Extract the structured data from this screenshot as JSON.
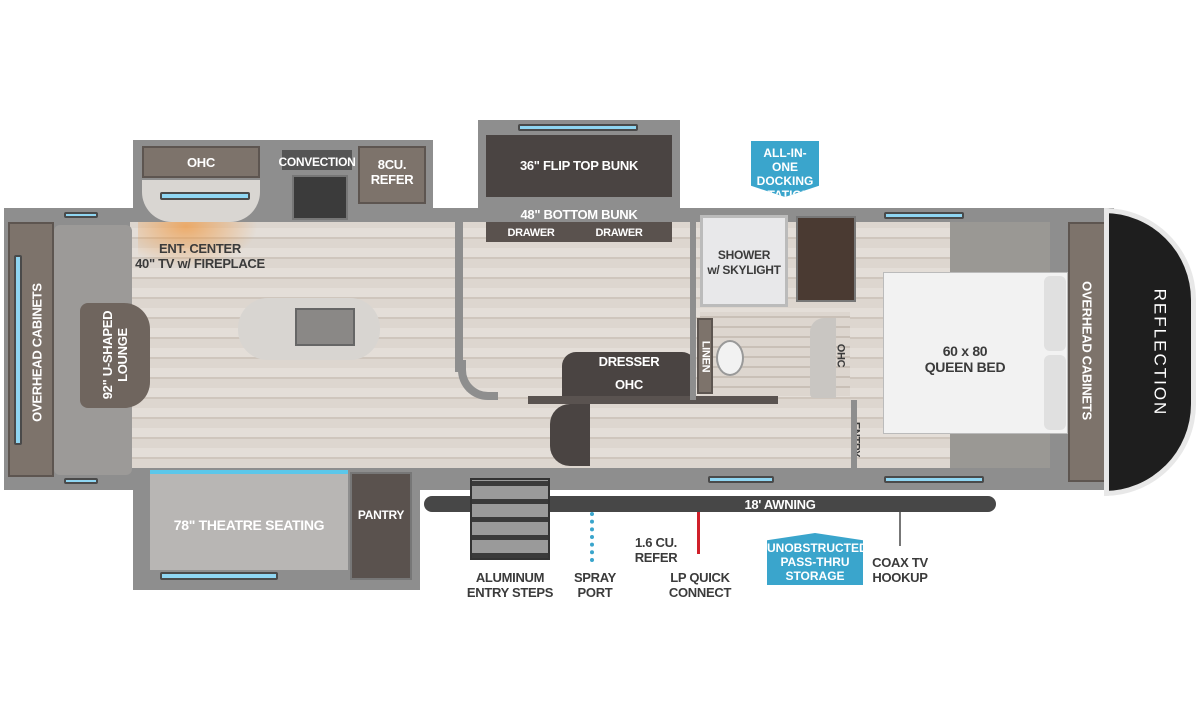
{
  "brand": "REFLECTION",
  "kitchen": {
    "ohc": "OHC",
    "convection": "CONVECTION",
    "refer": "8CU.\nREFER"
  },
  "ent_center": "ENT. CENTER\n40\" TV w/ FIREPLACE",
  "left_cabinets": "OVERHEAD CABINETS",
  "lounge": "92\" U-SHAPED\nLOUNGE",
  "bunk": {
    "flip_top": "36\" FLIP TOP BUNK",
    "bottom": "48\" BOTTOM BUNK",
    "drawer_left": "DRAWER",
    "drawer_right": "DRAWER"
  },
  "dresser": "DRESSER",
  "dresser_ohc": "OHC",
  "linen": "LINEN",
  "shower": "SHOWER\nw/ SKYLIGHT",
  "bath_ohc": "OHC",
  "entry": "ENTRY",
  "bed": "60 x 80\nQUEEN BED",
  "right_cabinets": "OVERHEAD CABINETS",
  "theatre": "78\" THEATRE SEATING",
  "pantry": "PANTRY",
  "callouts": {
    "docking": "ALL-IN-ONE\nDOCKING\nSTATION",
    "storage": "UNOBSTRUCTED\nPASS-THRU\nSTORAGE"
  },
  "exterior": {
    "steps": "ALUMINUM\nENTRY STEPS",
    "spray": "SPRAY\nPORT",
    "mini_refer": "1.6 CU.\nREFER",
    "lp": "LP QUICK\nCONNECT",
    "awning": "18' AWNING",
    "coax": "COAX TV\nHOOKUP"
  },
  "colors": {
    "callout": "#3aa5cc",
    "wall": "#8e8e8e",
    "window": "#8fd6f2",
    "cap": "#1e1e1e"
  }
}
